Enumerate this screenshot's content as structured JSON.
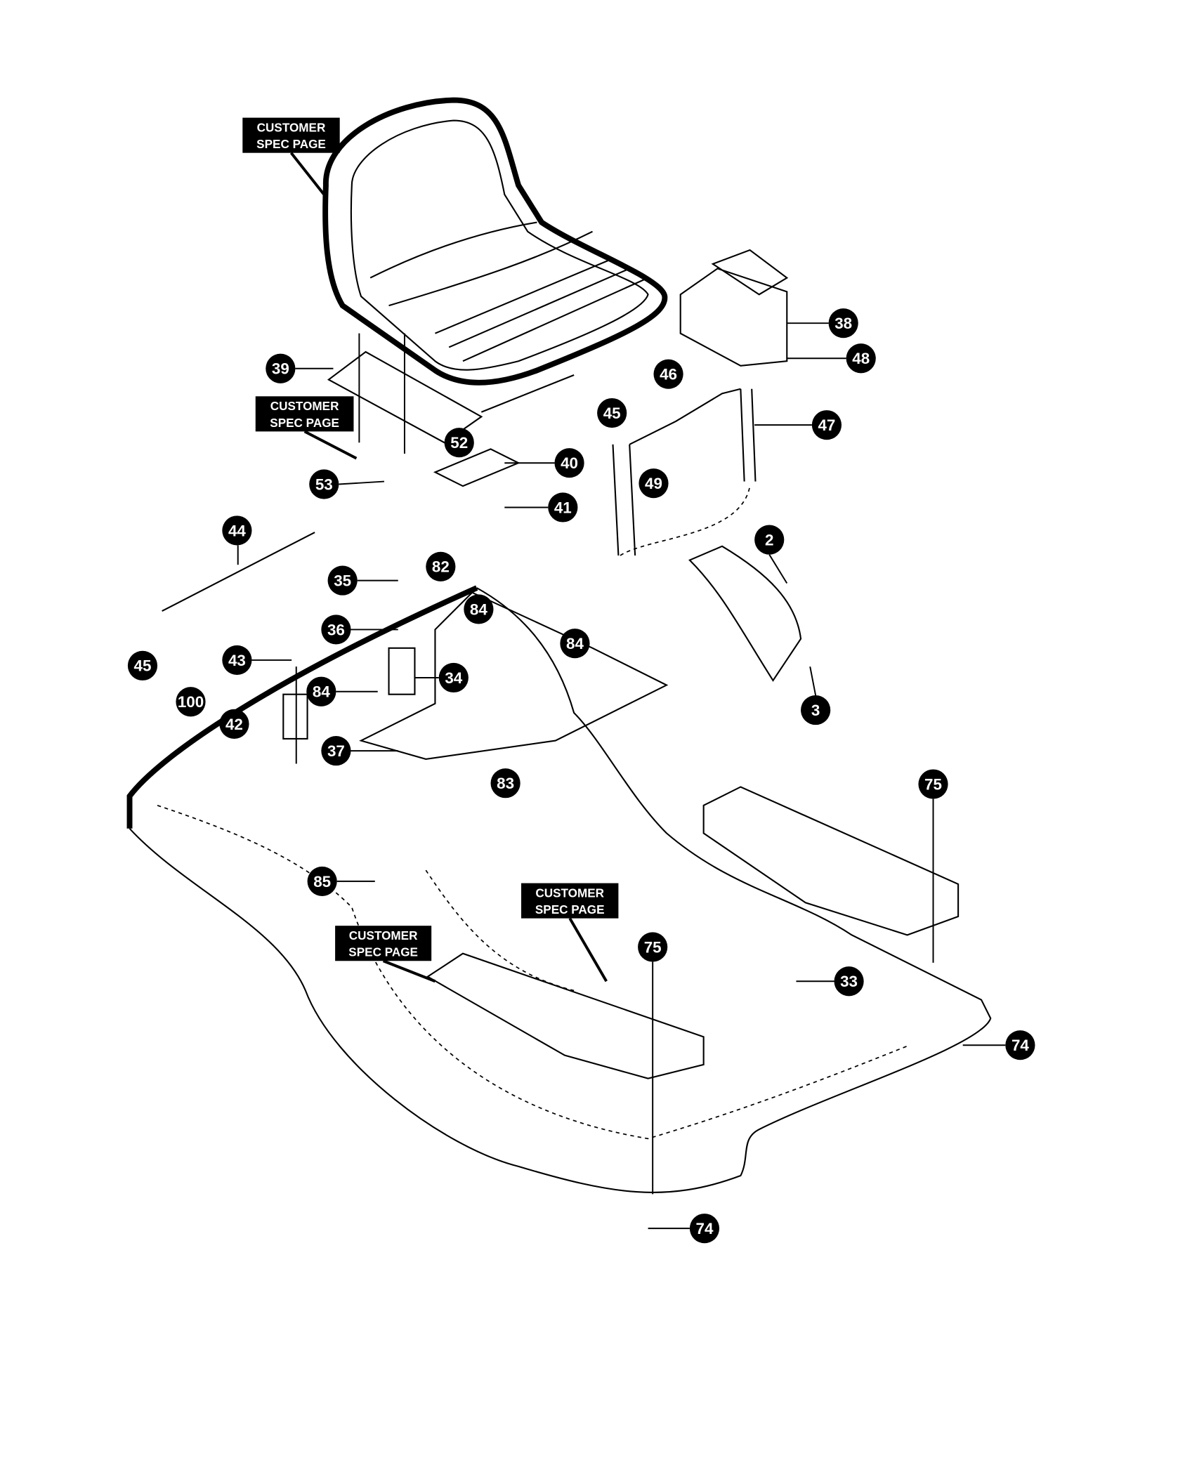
{
  "spec_labels": [
    {
      "line1": "CUSTOMER",
      "line2": "SPEC PAGE"
    },
    {
      "line1": "CUSTOMER",
      "line2": "SPEC PAGE"
    },
    {
      "line1": "CUSTOMER",
      "line2": "SPEC PAGE"
    },
    {
      "line1": "CUSTOMER",
      "line2": "SPEC PAGE"
    }
  ],
  "callouts": [
    "39",
    "38",
    "48",
    "46",
    "45",
    "47",
    "52",
    "40",
    "49",
    "53",
    "41",
    "44",
    "2",
    "82",
    "35",
    "84",
    "84",
    "36",
    "45",
    "43",
    "34",
    "84",
    "3",
    "100",
    "42",
    "37",
    "83",
    "75",
    "85",
    "33",
    "75",
    "74",
    "74"
  ],
  "colors": {
    "ink": "#000000",
    "paper": "#ffffff"
  }
}
